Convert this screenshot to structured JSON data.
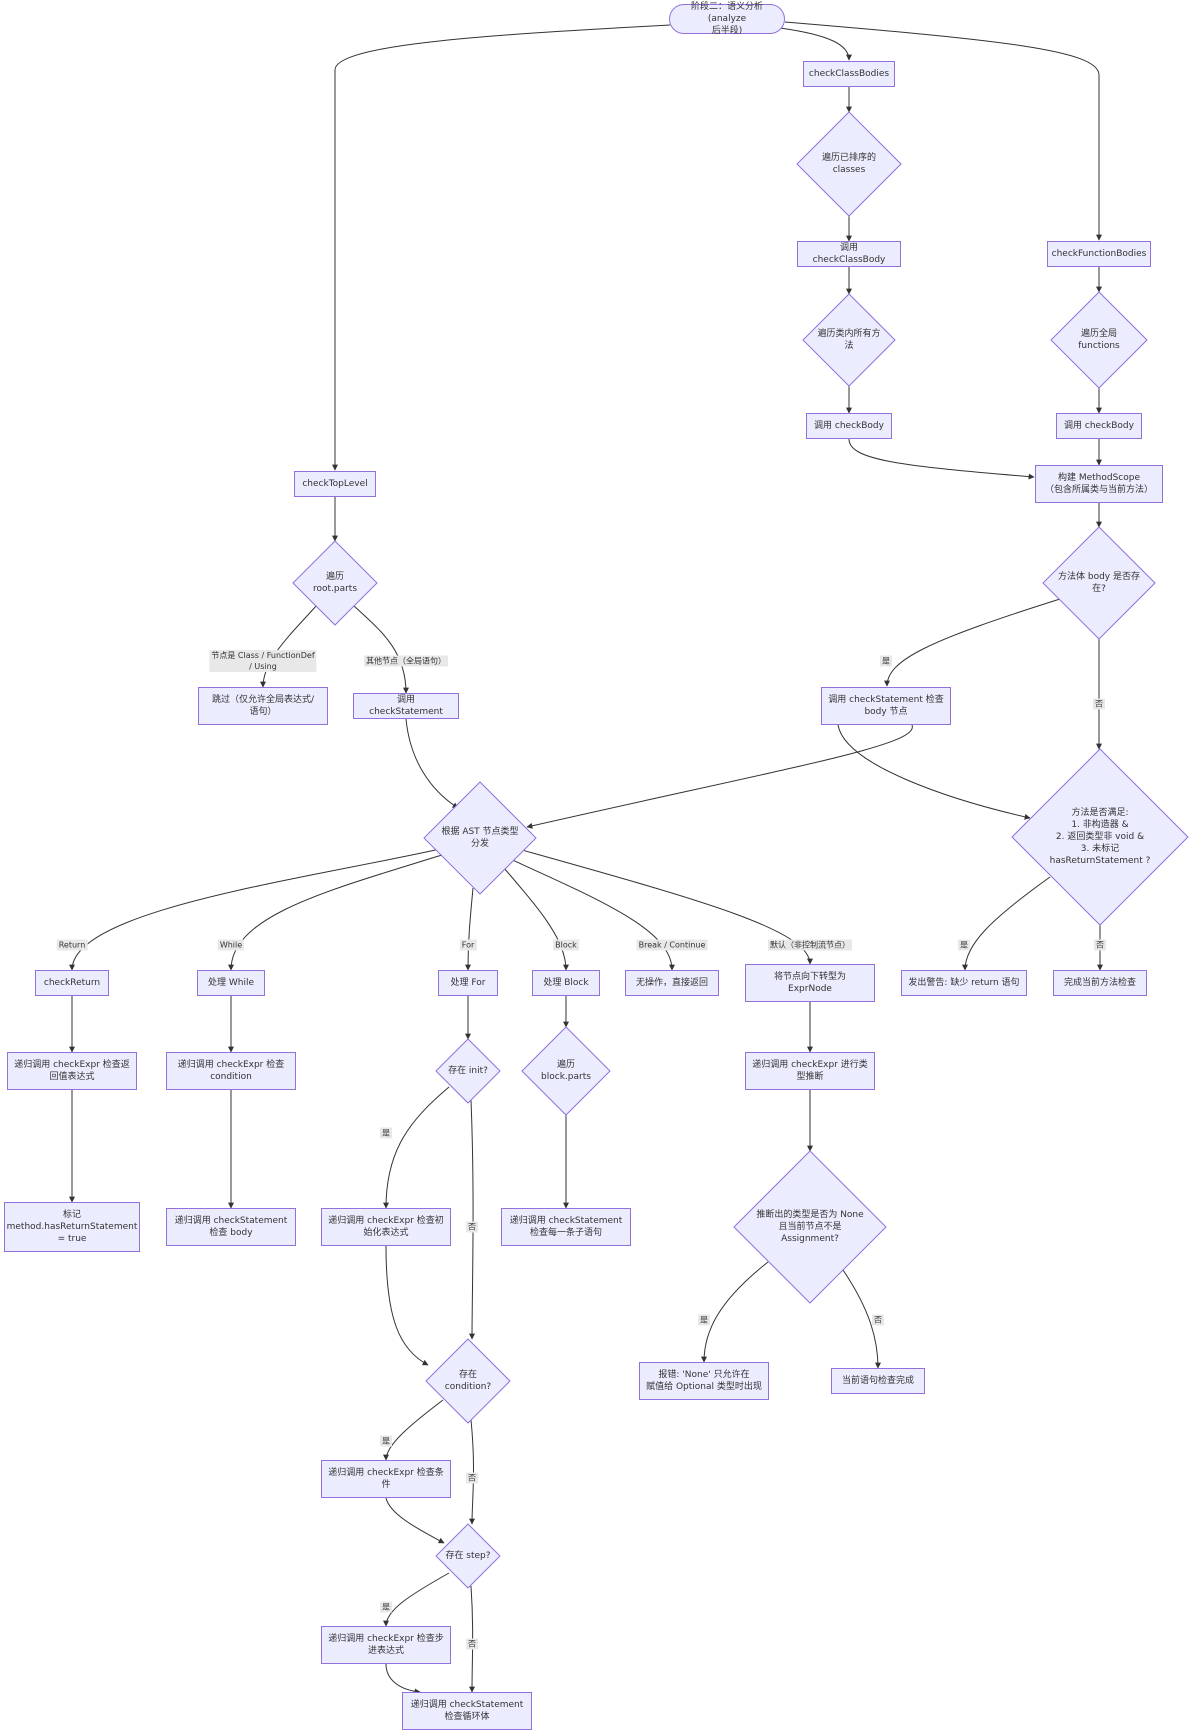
{
  "diagram": {
    "nodes": {
      "start": "阶段二：语义分析 (analyze\n后半段)",
      "checkClassBodies": "checkClassBodies",
      "iterClasses": "遍历已排序的 classes",
      "callCheckClassBody": "调用 checkClassBody",
      "iterMethods": "遍历类内所有方法",
      "callCheckBody1": "调用 checkBody",
      "checkFunctionBodies": "checkFunctionBodies",
      "iterFunctions": "遍历全局 functions",
      "callCheckBody2": "调用 checkBody",
      "buildScope": "构建 MethodScope\n（包含所属类与当前方法）",
      "bodyExists": "方法体 body 是否存在?",
      "callCheckStmtBody": "调用 checkStatement 检查\nbody 节点",
      "methodCond": "方法是否满足:\n1. 非构造器 &\n2. 返回类型非 void &\n3. 未标记\nhasReturnStatement ?",
      "warn": "发出警告: 缺少 return 语句",
      "finishMethod": "完成当前方法检查",
      "checkTopLevel": "checkTopLevel",
      "iterRoot": "遍历 root.parts",
      "skip": "跳过（仅允许全局表达式/\n语句）",
      "callCheckStmt": "调用 checkStatement",
      "dispatch": "根据 AST 节点类型分发",
      "checkReturn": "checkReturn",
      "retExpr": "递归调用 checkExpr 检查返\n回值表达式",
      "markRet": "标记\nmethod.hasReturnStatement\n= true",
      "handleWhile": "处理 While",
      "whileCond": "递归调用 checkExpr 检查\ncondition",
      "whileBody": "递归调用 checkStatement\n检查 body",
      "handleFor": "处理 For",
      "hasInit": "存在 init?",
      "initExpr": "递归调用 checkExpr 检查初\n始化表达式",
      "hasCond": "存在 condition?",
      "condExpr": "递归调用 checkExpr 检查条\n件",
      "hasStep": "存在 step?",
      "stepExpr": "递归调用 checkExpr 检查步\n进表达式",
      "loopBody": "递归调用 checkStatement\n检查循环体",
      "handleBlock": "处理 Block",
      "iterBlock": "遍历 block.parts",
      "blockStmt": "递归调用 checkStatement\n检查每一条子语句",
      "noop": "无操作，直接返回",
      "toExpr": "将节点向下转型为\nExprNode",
      "inferType": "递归调用 checkExpr 进行类\n型推断",
      "noneCheck": "推断出的类型是否为 None\n且当前节点不是\nAssignment?",
      "noneError": "报错: 'None' 只允许在\n赋值给 Optional 类型时出现",
      "stmtDone": "当前语句检查完成"
    },
    "edge_labels": {
      "classDefUsing": "节点是 Class / FunctionDef\n/ Using",
      "otherNodes": "其他节点（全局语句）",
      "yes": "是",
      "no": "否",
      "return": "Return",
      "while": "While",
      "for": "For",
      "block": "Block",
      "breakContinue": "Break / Continue",
      "default": "默认（非控制流节点）"
    }
  },
  "colors": {
    "node_fill": "#ececff",
    "node_border": "#9370db",
    "edge": "#333333",
    "label_bg": "#e8e8e8",
    "text": "#333333"
  }
}
